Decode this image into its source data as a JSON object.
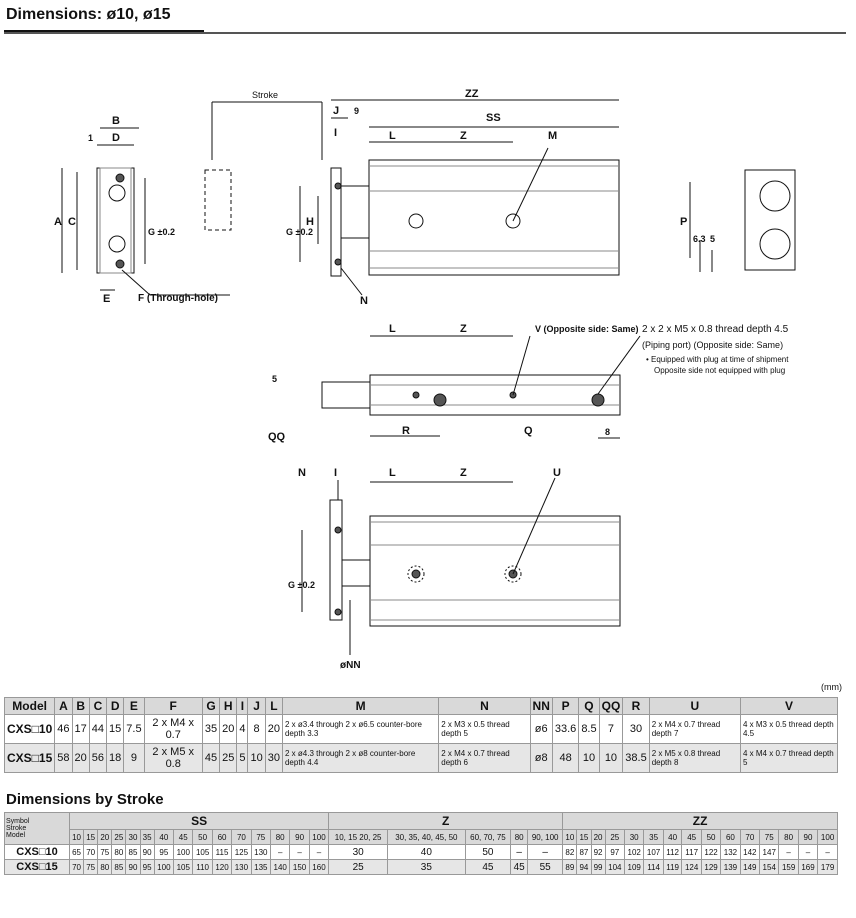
{
  "title": "Dimensions: ø10, ø15",
  "drawing_labels": {
    "B": "B",
    "D": "D",
    "one": "1",
    "A": "A",
    "C": "C",
    "G02": "G ±0.2",
    "E": "E",
    "F": "F (Through-hole)",
    "stroke": "Stroke",
    "ZZ": "ZZ",
    "J": "J",
    "nine": "9",
    "SS": "SS",
    "I": "I",
    "L": "L",
    "Z": "Z",
    "M": "M",
    "H": "H",
    "N": "N",
    "P": "P",
    "p63": "6.3",
    "p5": "5",
    "V": "V (Opposite side: Same)",
    "thread": "2 x 2 x M5 x 0.8 thread depth 4.5",
    "piping": "(Piping port) (Opposite side: Same)",
    "note1": "• Equipped with plug at time of shipment",
    "note2": "Opposite side not equipped with plug",
    "five": "5",
    "QQ": "QQ",
    "R": "R",
    "Q": "Q",
    "eight": "8",
    "U": "U",
    "NN": "øNN"
  },
  "unit": "(mm)",
  "main_table": {
    "headers": [
      "Model",
      "A",
      "B",
      "C",
      "D",
      "E",
      "F",
      "G",
      "H",
      "I",
      "J",
      "L",
      "M",
      "N",
      "NN",
      "P",
      "Q",
      "QQ",
      "R",
      "U",
      "V"
    ],
    "rows": [
      [
        "CXS□10",
        "46",
        "17",
        "44",
        "15",
        "7.5",
        "2 x M4 x 0.7",
        "35",
        "20",
        "4",
        "8",
        "20",
        "2 x ø3.4 through 2 x ø6.5 counter-bore depth 3.3",
        "2 x M3 x 0.5 thread depth 5",
        "ø6",
        "33.6",
        "8.5",
        "7",
        "30",
        "2 x M4 x 0.7 thread depth 7",
        "4 x M3 x 0.5 thread depth 4.5"
      ],
      [
        "CXS□15",
        "58",
        "20",
        "56",
        "18",
        "9",
        "2 x M5 x 0.8",
        "45",
        "25",
        "5",
        "10",
        "30",
        "2 x ø4.3 through 2 x ø8 counter-bore depth 4.4",
        "2 x M4 x 0.7 thread depth 6",
        "ø8",
        "48",
        "10",
        "10",
        "38.5",
        "2 x M5 x 0.8 thread depth 8",
        "4 x M4 x 0.7 thread depth 5"
      ]
    ]
  },
  "subtitle": "Dimensions by Stroke",
  "stroke_table": {
    "symbol_label": "Symbol",
    "stroke_label": "Stroke",
    "model_label": "Model",
    "groups": [
      "SS",
      "Z",
      "ZZ"
    ],
    "ss_strokes": [
      "10",
      "15",
      "20",
      "25",
      "30",
      "35",
      "40",
      "45",
      "50",
      "60",
      "70",
      "75",
      "80",
      "90",
      "100"
    ],
    "z_strokes": [
      "10, 15 20, 25",
      "30, 35, 40, 45, 50",
      "60, 70, 75",
      "80",
      "90, 100"
    ],
    "zz_strokes": [
      "10",
      "15",
      "20",
      "25",
      "30",
      "35",
      "40",
      "45",
      "50",
      "60",
      "70",
      "75",
      "80",
      "90",
      "100"
    ],
    "rows": [
      {
        "model": "CXS□10",
        "ss": [
          "65",
          "70",
          "75",
          "80",
          "85",
          "90",
          "95",
          "100",
          "105",
          "115",
          "125",
          "130",
          "–",
          "–",
          "–"
        ],
        "z": [
          "30",
          "40",
          "50",
          "–",
          "–"
        ],
        "zz": [
          "82",
          "87",
          "92",
          "97",
          "102",
          "107",
          "112",
          "117",
          "122",
          "132",
          "142",
          "147",
          "–",
          "–",
          "–"
        ]
      },
      {
        "model": "CXS□15",
        "ss": [
          "70",
          "75",
          "80",
          "85",
          "90",
          "95",
          "100",
          "105",
          "110",
          "120",
          "130",
          "135",
          "140",
          "150",
          "160"
        ],
        "z": [
          "25",
          "35",
          "45",
          "45",
          "55"
        ],
        "zz": [
          "89",
          "94",
          "99",
          "104",
          "109",
          "114",
          "119",
          "124",
          "129",
          "139",
          "149",
          "154",
          "159",
          "169",
          "179"
        ]
      }
    ]
  }
}
